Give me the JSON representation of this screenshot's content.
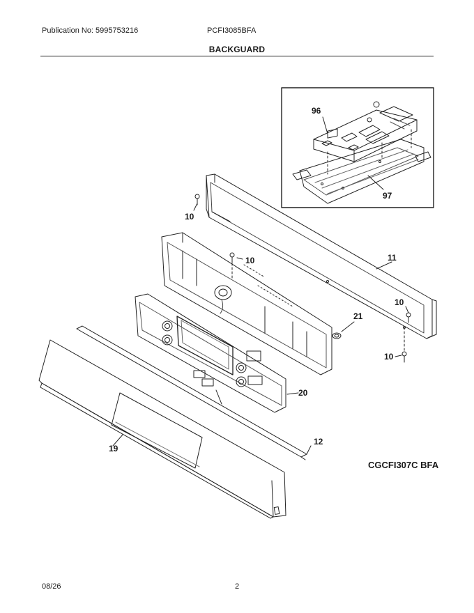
{
  "header": {
    "publication": "Publication No: 5995753216",
    "model": "PCFI3085BFA",
    "title": "BACKGUARD"
  },
  "callouts": {
    "c96": "96",
    "c97": "97",
    "c10a": "10",
    "c10b": "10",
    "c11": "11",
    "c10c": "10",
    "c21": "21",
    "c10d": "10",
    "c20": "20",
    "c12": "12",
    "c19": "19"
  },
  "diagram_code": "CGCFI307C BFA",
  "footer": {
    "date": "08/26",
    "page": "2"
  }
}
